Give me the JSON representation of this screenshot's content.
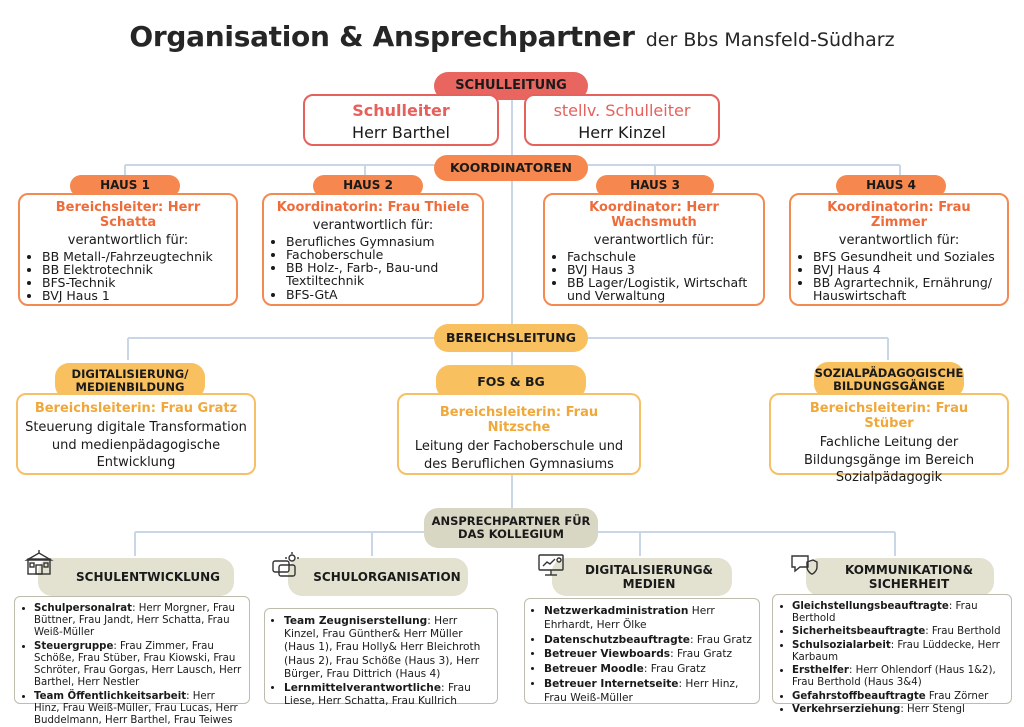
{
  "title": {
    "main": "Organisation & Ansprechpartner",
    "sub": "der Bbs Mansfeld-Südharz"
  },
  "schulleitung": {
    "label": "SCHULLEITUNG",
    "leiter": {
      "role": "Schulleiter",
      "name": "Herr Barthel"
    },
    "stellv": {
      "role": "stellv. Schulleiter",
      "name": "Herr Kinzel"
    }
  },
  "koordinatoren": {
    "label": "KOORDINATOREN",
    "haeuser": [
      {
        "label": "HAUS 1",
        "title": "Bereichsleiter: Herr Schatta",
        "sub": "verantwortlich für:",
        "items": [
          "BB Metall-/Fahrzeugtechnik",
          "BB Elektrotechnik",
          "BFS-Technik",
          "BVJ Haus 1"
        ]
      },
      {
        "label": "HAUS 2",
        "title": "Koordinatorin: Frau Thiele",
        "sub": "verantwortlich für:",
        "items": [
          "Berufliches Gymnasium",
          "Fachoberschule",
          "BB Holz-, Farb-, Bau-und Textiltechnik",
          "BFS-GtA"
        ]
      },
      {
        "label": "HAUS 3",
        "title": "Koordinator: Herr Wachsmuth",
        "sub": "verantwortlich für:",
        "items": [
          "Fachschule",
          "BVJ Haus 3",
          "BB Lager/Logistik, Wirtschaft und Verwaltung"
        ]
      },
      {
        "label": "HAUS 4",
        "title": "Koordinatorin: Frau Zimmer",
        "sub": "verantwortlich für:",
        "items": [
          "BFS Gesundheit und Soziales",
          "BVJ Haus 4",
          "BB Agrartechnik, Ernährung/ Hauswirtschaft"
        ]
      }
    ]
  },
  "bereichsleitung": {
    "label": "BEREICHSLEITUNG",
    "bereiche": [
      {
        "label": "DIGITALISIERUNG/ MEDIENBILDUNG",
        "title": "Bereichsleiterin: Frau Gratz",
        "desc": "Steuerung digitale Transformation und medienpädagogische Entwicklung"
      },
      {
        "label": "FOS & BG",
        "title": "Bereichsleiterin: Frau Nitzsche",
        "desc": "Leitung der Fachoberschule und des Beruflichen Gymnasiums"
      },
      {
        "label": "SOZIALPÄDAGOGISCHE BILDUNGSGÄNGE",
        "title": "Bereichsleiterin: Frau Stüber",
        "desc": "Fachliche Leitung der Bildungsgänge im Bereich Sozialpädagogik"
      }
    ]
  },
  "ansprechpartner": {
    "label": "ANSPRECHPARTNER FÜR DAS KOLLEGIUM",
    "teams": [
      {
        "label": "SCHULENTWICKLUNG",
        "icon": "school-building-icon",
        "entries": [
          {
            "key": "Schulpersonalrat",
            "text": ": Herr Morgner, Frau Büttner, Frau Jandt, Herr Schatta, Frau Weiß-Müller"
          },
          {
            "key": "Steuergruppe",
            "text": ": Frau Zimmer, Frau Schöße, Frau Stüber, Frau Kiowski, Frau Schröter, Frau Gorgas, Herr Lausch, Herr Barthel, Herr Nestler"
          },
          {
            "key": "Team Öffentlichkeitsarbeit",
            "text": ": Herr Hinz, Frau Weiß-Müller, Frau Lucas, Herr Buddelmann, Herr Barthel, Frau Teiwes"
          }
        ]
      },
      {
        "label": "SCHULORGANISATION",
        "icon": "organisation-cards-icon",
        "entries": [
          {
            "key": "Team Zeugniserstellung",
            "text": ": Herr Kinzel, Frau Günther& Herr Müller (Haus 1), Frau Holly& Herr Bleichroth (Haus 2), Frau Schöße (Haus 3), Herr Bürger, Frau Dittrich (Haus 4)"
          },
          {
            "key": "Lernmittelverantwortliche",
            "text": ": Frau Liese, Herr Schatta, Frau Kullrich"
          }
        ]
      },
      {
        "label": "DIGITALISIERUNG& MEDIEN",
        "icon": "digital-monitor-icon",
        "entries": [
          {
            "key": "Netzwerkadministration",
            "text": " Herr Ehrhardt, Herr Ölke"
          },
          {
            "key": "Datenschutzbeauftragte",
            "text": ": Frau Gratz"
          },
          {
            "key": "Betreuer Viewboards",
            "text": ": Frau Gratz"
          },
          {
            "key": "Betreuer Moodle",
            "text": ": Frau Gratz"
          },
          {
            "key": "Betreuer Internetseite",
            "text": ": Herr Hinz, Frau Weiß-Müller"
          }
        ]
      },
      {
        "label": "KOMMUNIKATION& SICHERHEIT",
        "icon": "chat-shield-icon",
        "entries": [
          {
            "key": "Gleichstellungsbeauftragte",
            "text": ": Frau Berthold"
          },
          {
            "key": "Sicherheitsbeauftragte",
            "text": ": Frau Berthold"
          },
          {
            "key": "Schulsozialarbeit",
            "text": ": Frau Lüddecke, Herr Karbaum"
          },
          {
            "key": "Ersthelfer",
            "text": ": Herr Ohlendorf (Haus 1&2), Frau Berthold (Haus 3&4)"
          },
          {
            "key": "Gefahrstoffbeauftragte",
            "text": " Frau Zörner"
          },
          {
            "key": "Verkehrserziehung",
            "text": ": Herr Stengl"
          }
        ]
      }
    ]
  },
  "colors": {
    "red": "#e5625c",
    "orange": "#f28a52",
    "yellow": "#f6c068",
    "olive": "#d8d7c4",
    "line": "#c9d6e6"
  }
}
